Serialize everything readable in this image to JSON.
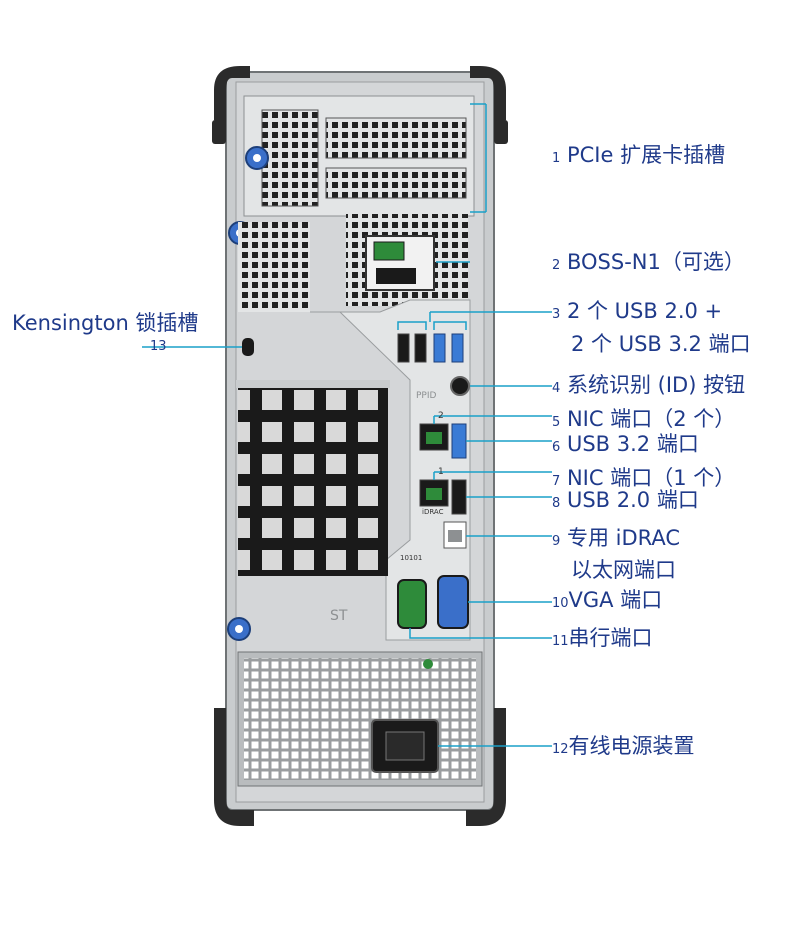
{
  "callouts": [
    {
      "num": "1",
      "text": "PCIe 扩展卡插槽"
    },
    {
      "num": "2",
      "text": "BOSS-N1（可选）"
    },
    {
      "num": "3",
      "text": "2 个 USB 2.0 +",
      "text2": "2 个 USB 3.2 端口"
    },
    {
      "num": "4",
      "text": "系统识别 (ID) 按钮"
    },
    {
      "num": "5",
      "text": "NIC 端口（2 个）"
    },
    {
      "num": "6",
      "text": "USB 3.2 端口"
    },
    {
      "num": "7",
      "text": "NIC 端口（1 个）"
    },
    {
      "num": "8",
      "text": "USB 2.0 端口"
    },
    {
      "num": "9",
      "text": "专用 iDRAC",
      "text2": "以太网端口"
    },
    {
      "num": "10",
      "text": "VGA 端口"
    },
    {
      "num": "11",
      "text": "串行端口"
    },
    {
      "num": "12",
      "text": "有线电源装置"
    },
    {
      "num": "13",
      "text": "Kensington 锁插槽"
    }
  ],
  "panel_labels": {
    "ppid": "PPID",
    "nic2": "2",
    "nic1": "1",
    "idrac": "iDRAC",
    "serial": "10101",
    "st": "ST"
  },
  "colors": {
    "leader": "#1aa0c8",
    "text": "#1f3a8a",
    "usb3": "#3a7bd5",
    "vga": "#3a6fc9",
    "serial": "#2e8b3a",
    "bumper": "#2b2b2b",
    "chassis": "#c9ccce"
  }
}
